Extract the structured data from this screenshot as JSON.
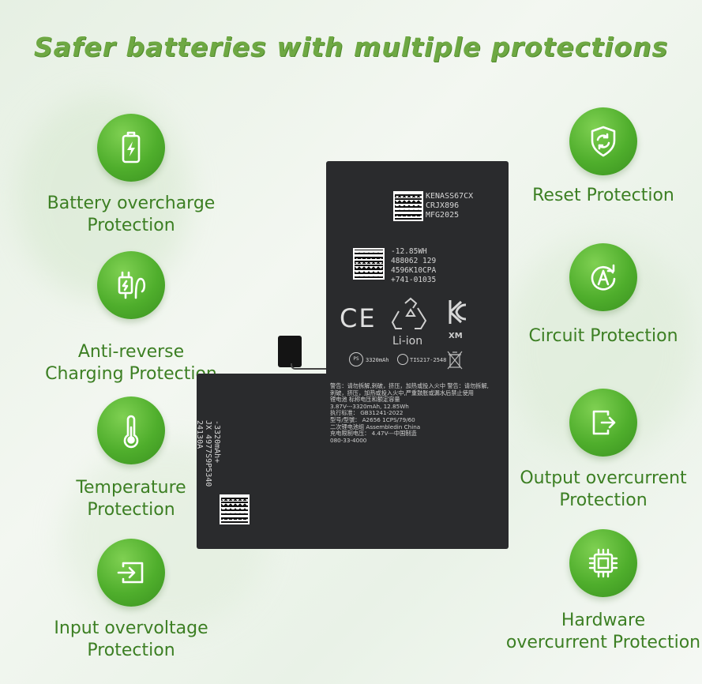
{
  "title": "Safer batteries with multiple protections",
  "features_left": [
    {
      "icon": "battery-bolt-icon",
      "line1": "Battery overcharge",
      "line2": "Protection"
    },
    {
      "icon": "plug-icon",
      "line1": "Anti-reverse",
      "line2": "Charging Protection"
    },
    {
      "icon": "thermometer-icon",
      "line1": "Temperature",
      "line2": "Protection"
    },
    {
      "icon": "input-icon",
      "line1": "Input overvoltage",
      "line2": "Protection"
    }
  ],
  "features_right": [
    {
      "icon": "shield-refresh-icon",
      "line1": "Reset Protection",
      "line2": ""
    },
    {
      "icon": "circuit-a-icon",
      "line1": "Circuit Protection",
      "line2": ""
    },
    {
      "icon": "output-icon",
      "line1": "Output overcurrent",
      "line2": "Protection"
    },
    {
      "icon": "chip-icon",
      "line1": "Hardware",
      "line2": "overcurrent Protection"
    }
  ],
  "battery": {
    "label1": [
      "KENASS67CX",
      "CRJX896",
      "MFG2025"
    ],
    "label2": [
      "-12.85WH",
      "488062  129",
      "4596K10CPA",
      "+741-01035"
    ],
    "ce": "CE",
    "li_ion": "Li-ion",
    "kc": "XM",
    "cap_mark": "3320mAh",
    "tis": "TIS217-2548",
    "warning_lines": [
      "警告：请勿拆解,刺破，挤压，加热或投入火中 警告：请勿拆解,",
      "刺破，挤压，加热或投入火中,严重鼓胀或漏水后禁止使用",
      "锂电池  标称电压和额定容量",
      "3.87V---3320mAh, 12.85Wh",
      "执行标准：  GB31241-2022",
      "型号/型號：   A2656   1CPS/79/60",
      "二次锂电池组   Assembledin China",
      "充电限制电压：  4.47V---中国制造",
      "080-33-4000"
    ],
    "side_lines": [
      "-3320mAh+",
      "JX 4977S9P5340",
      "24130A"
    ]
  }
}
